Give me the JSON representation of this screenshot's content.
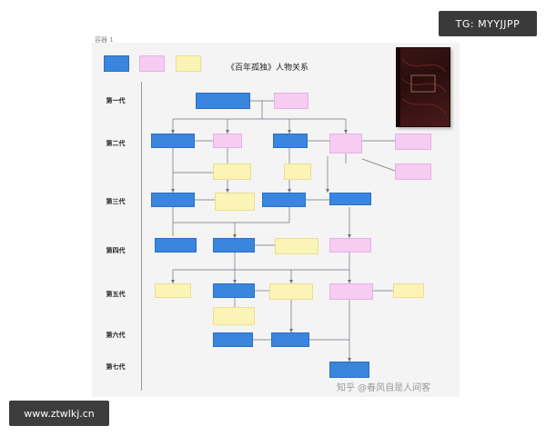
{
  "badges": {
    "telegram": "TG: MYYJJPP",
    "site": "www.ztwlkj.cn"
  },
  "canvas": {
    "container_label": "容器 1",
    "title": "《百年孤独》人物关系"
  },
  "generations": [
    "第一代",
    "第二代",
    "第三代",
    "第四代",
    "第五代",
    "第六代",
    "第七代"
  ],
  "watermark": "知乎 @春风自是人间客",
  "colors": {
    "male": "#3a86df",
    "female": "#f6ccf2",
    "other": "#fbf4b6"
  }
}
